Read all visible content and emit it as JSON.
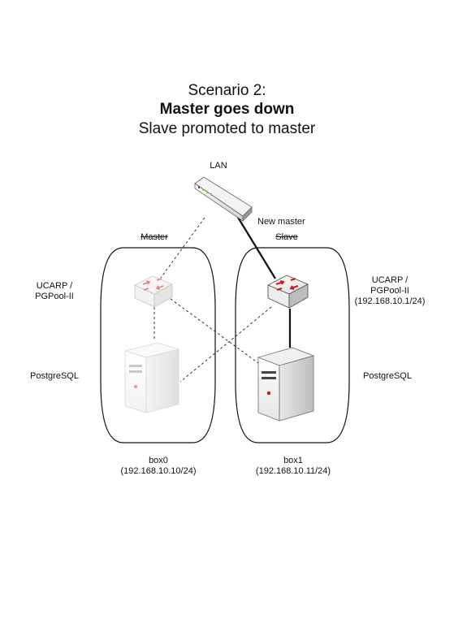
{
  "title": {
    "line1": "Scenario 2:",
    "line2": "Master goes down",
    "line3": "Slave promoted to master"
  },
  "lan": {
    "label": "LAN"
  },
  "new_master_label": "New master",
  "box0": {
    "role_label": "Master",
    "ucarp_label_line1": "UCARP /",
    "ucarp_label_line2": "PGPool-II",
    "postgres_label": "PostgreSQL",
    "name": "box0",
    "address": "(192.168.10.10/24)"
  },
  "box1": {
    "role_label": "Slave",
    "ucarp_label_line1": "UCARP /",
    "ucarp_label_line2": "PGPool-II",
    "ucarp_label_line3": "(192.168.10.1/24)",
    "postgres_label": "PostgreSQL",
    "name": "box1",
    "address": "(192.168.10.11/24)"
  },
  "colors": {
    "active_line": "#111111",
    "dashed_line": "#333333",
    "switch_red": "#d0161c"
  }
}
